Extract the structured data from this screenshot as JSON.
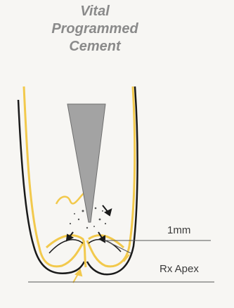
{
  "title": {
    "line1": "Vital",
    "line2": "Programmed",
    "line3": "Cement"
  },
  "labels": {
    "gap": "1mm",
    "apex": "Rx Apex"
  },
  "colors": {
    "background": "#f7f6f3",
    "title": "#8a8a8a",
    "instrument_fill": "#a3a3a3",
    "root_outline": "#1a1a1a",
    "cement_yellow": "#f2c94c",
    "text": "#3b3b3b"
  }
}
